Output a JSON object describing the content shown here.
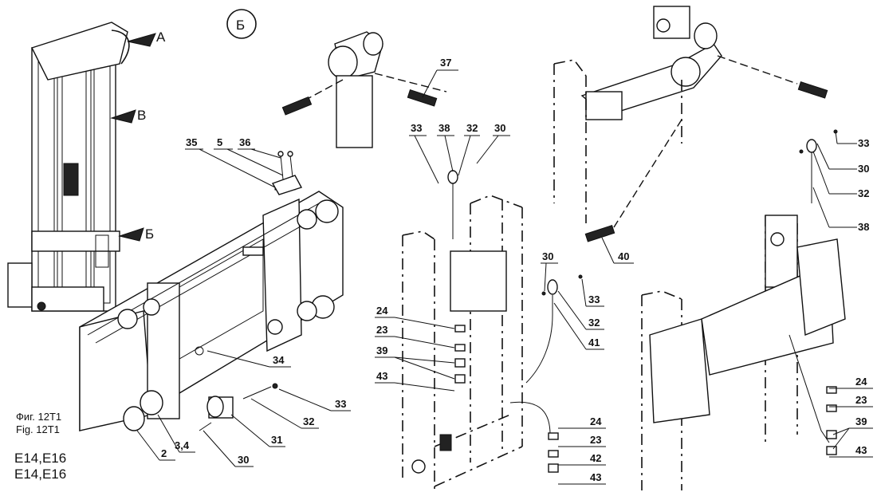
{
  "view_marker": "Б",
  "arrows": {
    "a": "A",
    "b": "B",
    "c": "Б"
  },
  "figure_caption": {
    "ru": "Фиг. 12Т1",
    "en": "Fig. 12T1"
  },
  "models": {
    "ru": "Е14,Е16",
    "en": "E14,E16"
  },
  "callouts": {
    "c37": "37",
    "c33a": "33",
    "c38a": "38",
    "c32a": "32",
    "c30a": "30",
    "c35": "35",
    "c5": "5",
    "c36": "36",
    "c34": "34",
    "c33b": "33",
    "c32b": "32",
    "c31": "31",
    "c30b": "30",
    "c2": "2",
    "c34b": "3,4",
    "c24a": "24",
    "c23a": "23",
    "c39a": "39",
    "c43a": "43",
    "c30c": "30",
    "c33c": "33",
    "c32c": "32",
    "c41": "41",
    "c24b": "24",
    "c23b": "23",
    "c42": "42",
    "c43b": "43",
    "c40": "40",
    "c33d": "33",
    "c30d": "30",
    "c32d": "32",
    "c38b": "38",
    "c24c": "24",
    "c23c": "23",
    "c39c": "39",
    "c43c": "43"
  }
}
